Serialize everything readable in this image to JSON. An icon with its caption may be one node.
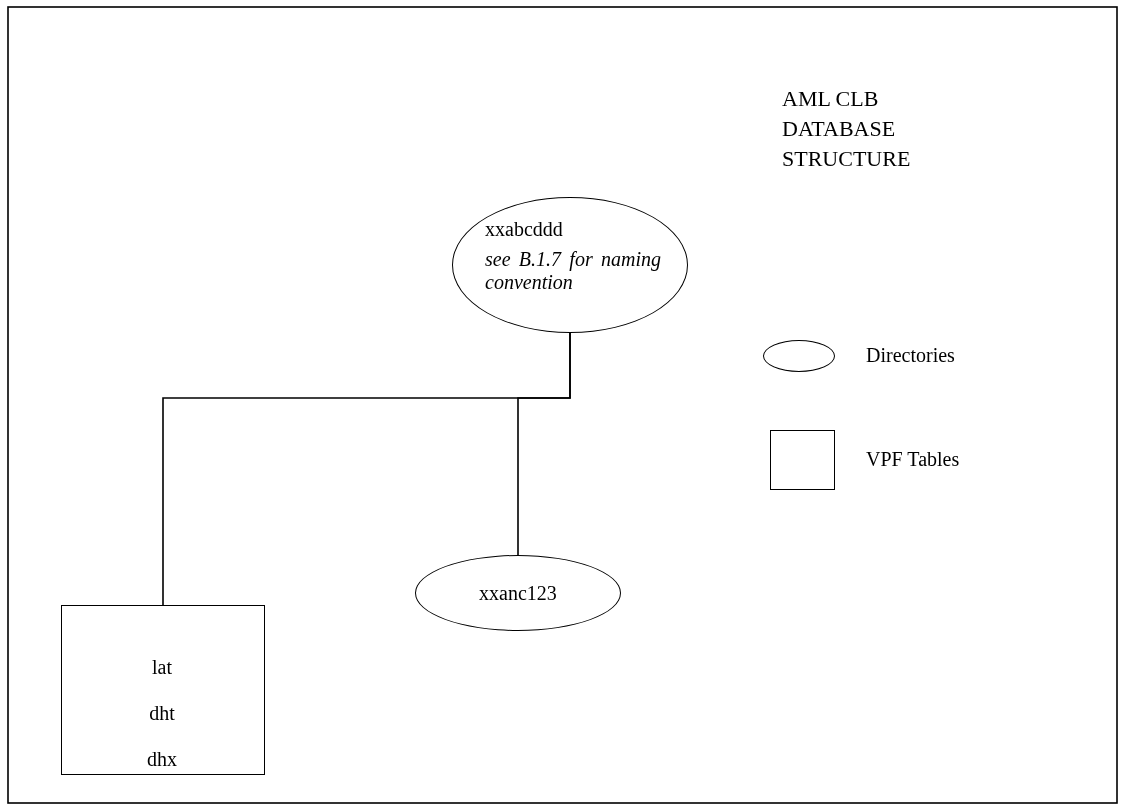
{
  "diagram": {
    "title": "AML CLB DATABASE STRUCTURE",
    "nodes": [
      {
        "text": [
          "xxabcddd",
          "see B.1.7 for naming convention"
        ]
      },
      {
        "text": [
          "lat",
          "dht",
          "dhx"
        ]
      },
      {
        "text": [
          "xxanc123"
        ]
      }
    ],
    "edges": [
      {
        "from": 0,
        "to": 1,
        "arrow": "none"
      },
      {
        "from": 0,
        "to": 2,
        "arrow": "none"
      }
    ],
    "legend": [
      {
        "text": "Directories"
      },
      {
        "text": "VPF Tables"
      }
    ]
  }
}
